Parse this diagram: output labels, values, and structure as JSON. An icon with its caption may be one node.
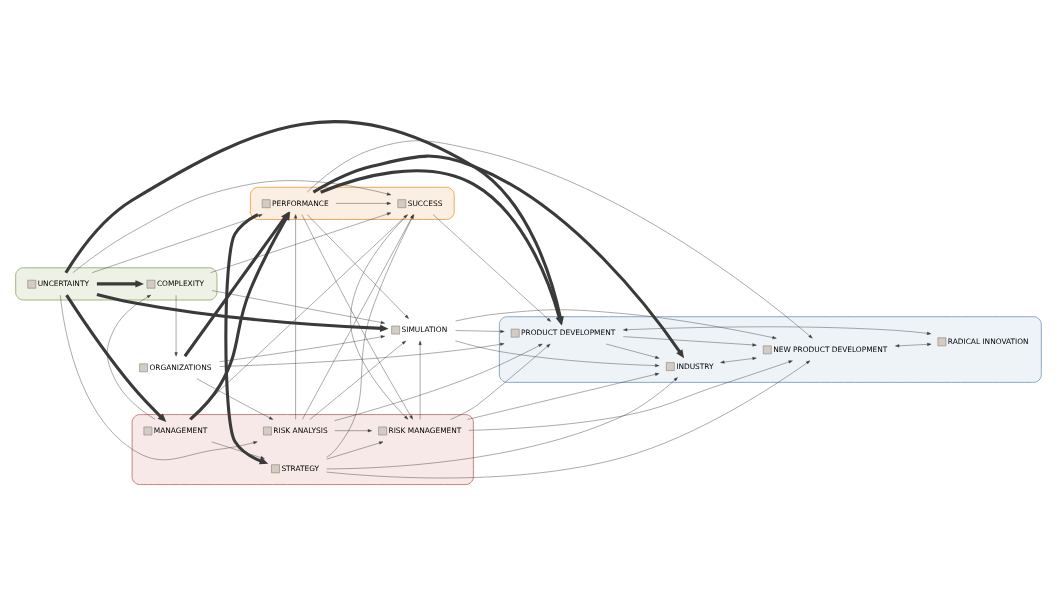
{
  "diagram": {
    "nodes": [
      {
        "text": [],
        "shape": "cloud"
      },
      {
        "text": [
          "STRATEGY"
        ],
        "in": 0
      },
      {
        "text": [
          "RISK MANAGEMENT"
        ],
        "in": 0
      },
      {
        "text": [
          "MANAGEMENT"
        ],
        "in": 0
      },
      {
        "text": [
          "RISK ANALYSIS"
        ],
        "in": 0
      },
      {
        "text": [],
        "shape": "cloud"
      },
      {
        "text": [
          "SUCCESS"
        ],
        "in": 5
      },
      {
        "text": [
          "PERFORMANCE"
        ],
        "in": 5
      },
      {
        "text": [],
        "shape": "cloud"
      },
      {
        "text": [
          "INDUSTRY"
        ],
        "in": 8
      },
      {
        "text": [
          "NEW PRODUCT DEVELOPMENT"
        ],
        "in": 8
      },
      {
        "text": [
          "PRODUCT DEVELOPMENT"
        ],
        "in": 8
      },
      {
        "text": [
          "RADICAL INNOVATION"
        ],
        "in": 8
      },
      {
        "text": [],
        "shape": "cloud"
      },
      {
        "text": [
          "UNCERTAINTY"
        ],
        "in": 13
      },
      {
        "text": [
          "COMPLEXITY"
        ],
        "in": 13
      },
      {
        "text": [
          "ORGANIZATIONS"
        ]
      },
      {
        "text": [
          "SIMULATION"
        ]
      }
    ],
    "edges": [
      {
        "from": 1,
        "to": 2,
        "arrow": "to"
      },
      {
        "from": 3,
        "to": 1,
        "arrow": "to"
      },
      {
        "from": 3,
        "to": 6,
        "arrow": "to"
      },
      {
        "from": 3,
        "to": 7,
        "arrow": "to",
        "style": "thick"
      },
      {
        "from": 7,
        "to": 1,
        "arrow": "to",
        "style": "thick"
      },
      {
        "from": 1,
        "to": 6,
        "arrow": "to"
      },
      {
        "from": 1,
        "to": 9,
        "arrow": "to"
      },
      {
        "from": 1,
        "to": 10,
        "arrow": "to"
      },
      {
        "from": 6,
        "to": 2,
        "arrow": "to"
      },
      {
        "from": 7,
        "to": 2,
        "arrow": "to"
      },
      {
        "from": 4,
        "to": 2,
        "arrow": "to"
      },
      {
        "from": 2,
        "to": 9,
        "arrow": "to"
      },
      {
        "from": 2,
        "to": 10,
        "arrow": "to"
      },
      {
        "from": 2,
        "to": 11,
        "arrow": "to"
      },
      {
        "from": 2,
        "to": 17,
        "arrow": "to"
      },
      {
        "from": 14,
        "to": 3,
        "arrow": "to",
        "style": "thick"
      },
      {
        "from": 14,
        "to": 4,
        "arrow": "to"
      },
      {
        "from": 14,
        "to": 15,
        "arrow": "to",
        "style": "thick"
      },
      {
        "from": 14,
        "to": 11,
        "arrow": "to",
        "style": "thick"
      },
      {
        "from": 14,
        "to": 17,
        "arrow": "to",
        "style": "thick"
      },
      {
        "from": 14,
        "to": 7,
        "arrow": "to"
      },
      {
        "from": 14,
        "to": 6,
        "arrow": "to"
      },
      {
        "from": 3,
        "to": 15,
        "arrow": "to"
      },
      {
        "from": 4,
        "to": 7,
        "arrow": "to"
      },
      {
        "from": 4,
        "to": 11,
        "arrow": "to"
      },
      {
        "from": 4,
        "to": 6,
        "arrow": "to"
      },
      {
        "from": 4,
        "to": 17,
        "arrow": "to"
      },
      {
        "from": 16,
        "to": 4,
        "arrow": "to"
      },
      {
        "from": 15,
        "to": 16,
        "arrow": "to"
      },
      {
        "from": 15,
        "to": 17,
        "arrow": "to"
      },
      {
        "from": 15,
        "to": 6,
        "arrow": "to"
      },
      {
        "from": 16,
        "to": 7,
        "arrow": "to",
        "style": "thick"
      },
      {
        "from": 16,
        "to": 11,
        "arrow": "to"
      },
      {
        "from": 16,
        "to": 17,
        "arrow": "to"
      },
      {
        "from": 7,
        "to": 6,
        "arrow": "to"
      },
      {
        "from": 7,
        "to": 9,
        "arrow": "to",
        "style": "thick"
      },
      {
        "from": 7,
        "to": 10,
        "arrow": "to"
      },
      {
        "from": 7,
        "to": 11,
        "arrow": "to",
        "style": "thick"
      },
      {
        "from": 7,
        "to": 17,
        "arrow": "to"
      },
      {
        "from": 6,
        "to": 11,
        "arrow": "to"
      },
      {
        "from": 11,
        "to": 9,
        "arrow": "to"
      },
      {
        "from": 11,
        "to": 10,
        "arrow": "to"
      },
      {
        "from": 11,
        "to": 12,
        "arrow": "both"
      },
      {
        "from": 9,
        "to": 10,
        "arrow": "both"
      },
      {
        "from": 10,
        "to": 12,
        "arrow": "both"
      },
      {
        "from": 17,
        "to": 9,
        "arrow": "to"
      },
      {
        "from": 17,
        "to": 10,
        "arrow": "to"
      },
      {
        "from": 17,
        "to": 11,
        "arrow": "to"
      }
    ]
  }
}
